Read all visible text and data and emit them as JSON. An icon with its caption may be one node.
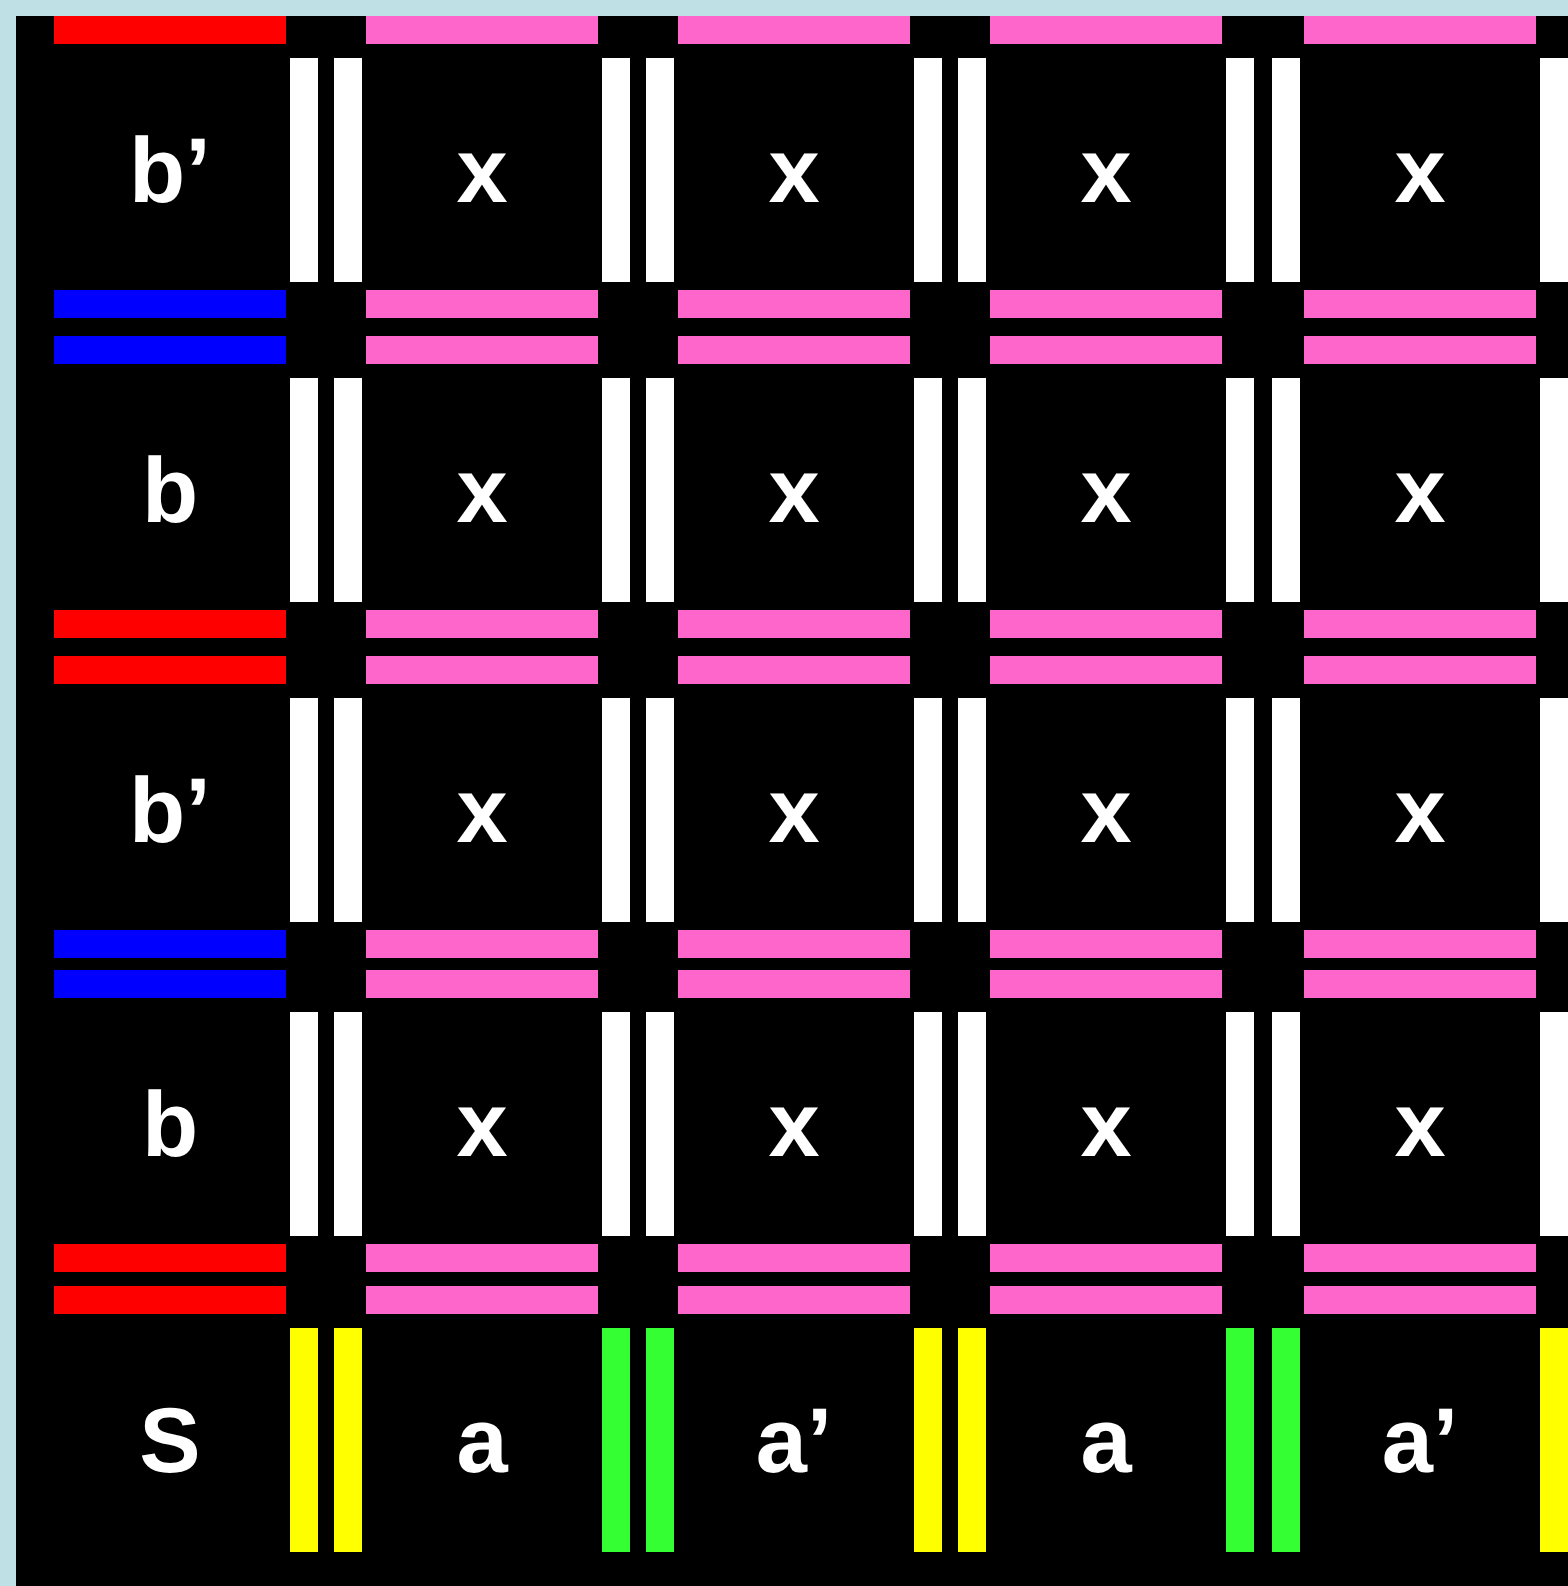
{
  "diagram": {
    "nodes": [
      {
        "text": [
          "b’"
        ]
      },
      {
        "text": [
          "x"
        ]
      },
      {
        "text": [
          "x"
        ]
      },
      {
        "text": [
          "x"
        ]
      },
      {
        "text": [
          "x"
        ]
      },
      {
        "text": [
          "b"
        ]
      },
      {
        "text": [
          "x"
        ]
      },
      {
        "text": [
          "x"
        ]
      },
      {
        "text": [
          "x"
        ]
      },
      {
        "text": [
          "x"
        ]
      },
      {
        "text": [
          "b’"
        ]
      },
      {
        "text": [
          "x"
        ]
      },
      {
        "text": [
          "x"
        ]
      },
      {
        "text": [
          "x"
        ]
      },
      {
        "text": [
          "x"
        ]
      },
      {
        "text": [
          "b"
        ]
      },
      {
        "text": [
          "x"
        ]
      },
      {
        "text": [
          "x"
        ]
      },
      {
        "text": [
          "x"
        ]
      },
      {
        "text": [
          "x"
        ]
      },
      {
        "text": [
          "S"
        ]
      },
      {
        "text": [
          "a"
        ]
      },
      {
        "text": [
          "a’"
        ]
      },
      {
        "text": [
          "a"
        ]
      },
      {
        "text": [
          "a’"
        ]
      }
    ]
  }
}
